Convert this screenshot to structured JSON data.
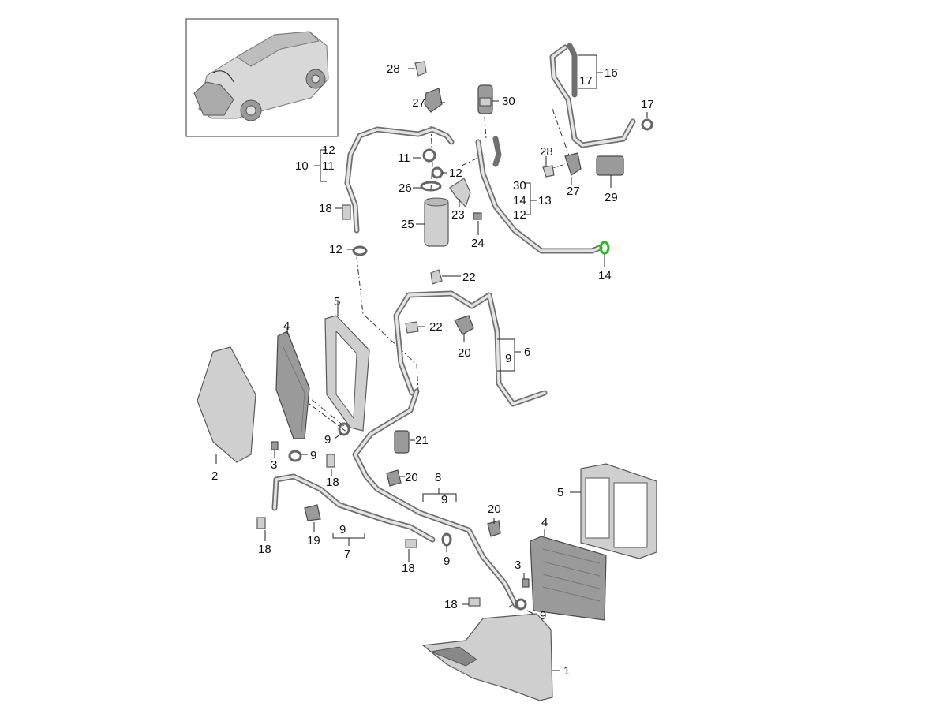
{
  "diagram": {
    "title": "",
    "callouts": {
      "c1": "1",
      "c2": "2",
      "c3a": "3",
      "c3b": "3",
      "c4a": "4",
      "c4b": "4",
      "c5a": "5",
      "c5b": "5",
      "c6": "6",
      "c7": "7",
      "c8": "8",
      "c9_6": "9",
      "c9_7": "9",
      "c9_8": "9",
      "c9a": "9",
      "c9b": "9",
      "c9c": "9",
      "c9d": "9",
      "c10": "10",
      "c11_10": "11",
      "c12_10": "12",
      "c11": "11",
      "c12a": "12",
      "c12b": "12",
      "c12_13": "12",
      "c13": "13",
      "c14_13": "14",
      "c30_13": "30",
      "c14": "14",
      "c16": "16",
      "c17_16": "17",
      "c17": "17",
      "c18a": "18",
      "c18b": "18",
      "c18c": "18",
      "c18d": "18",
      "c18e": "18",
      "c19": "19",
      "c20a": "20",
      "c20b": "20",
      "c20c": "20",
      "c21": "21",
      "c22a": "22",
      "c22b": "22",
      "c23": "23",
      "c24": "24",
      "c25": "25",
      "c26": "26",
      "c27a": "27",
      "c27b": "27",
      "c28a": "28",
      "c28b": "28",
      "c29": "29",
      "c30": "30"
    },
    "highlight_color": "#21c21a",
    "line_color": "#222222"
  }
}
